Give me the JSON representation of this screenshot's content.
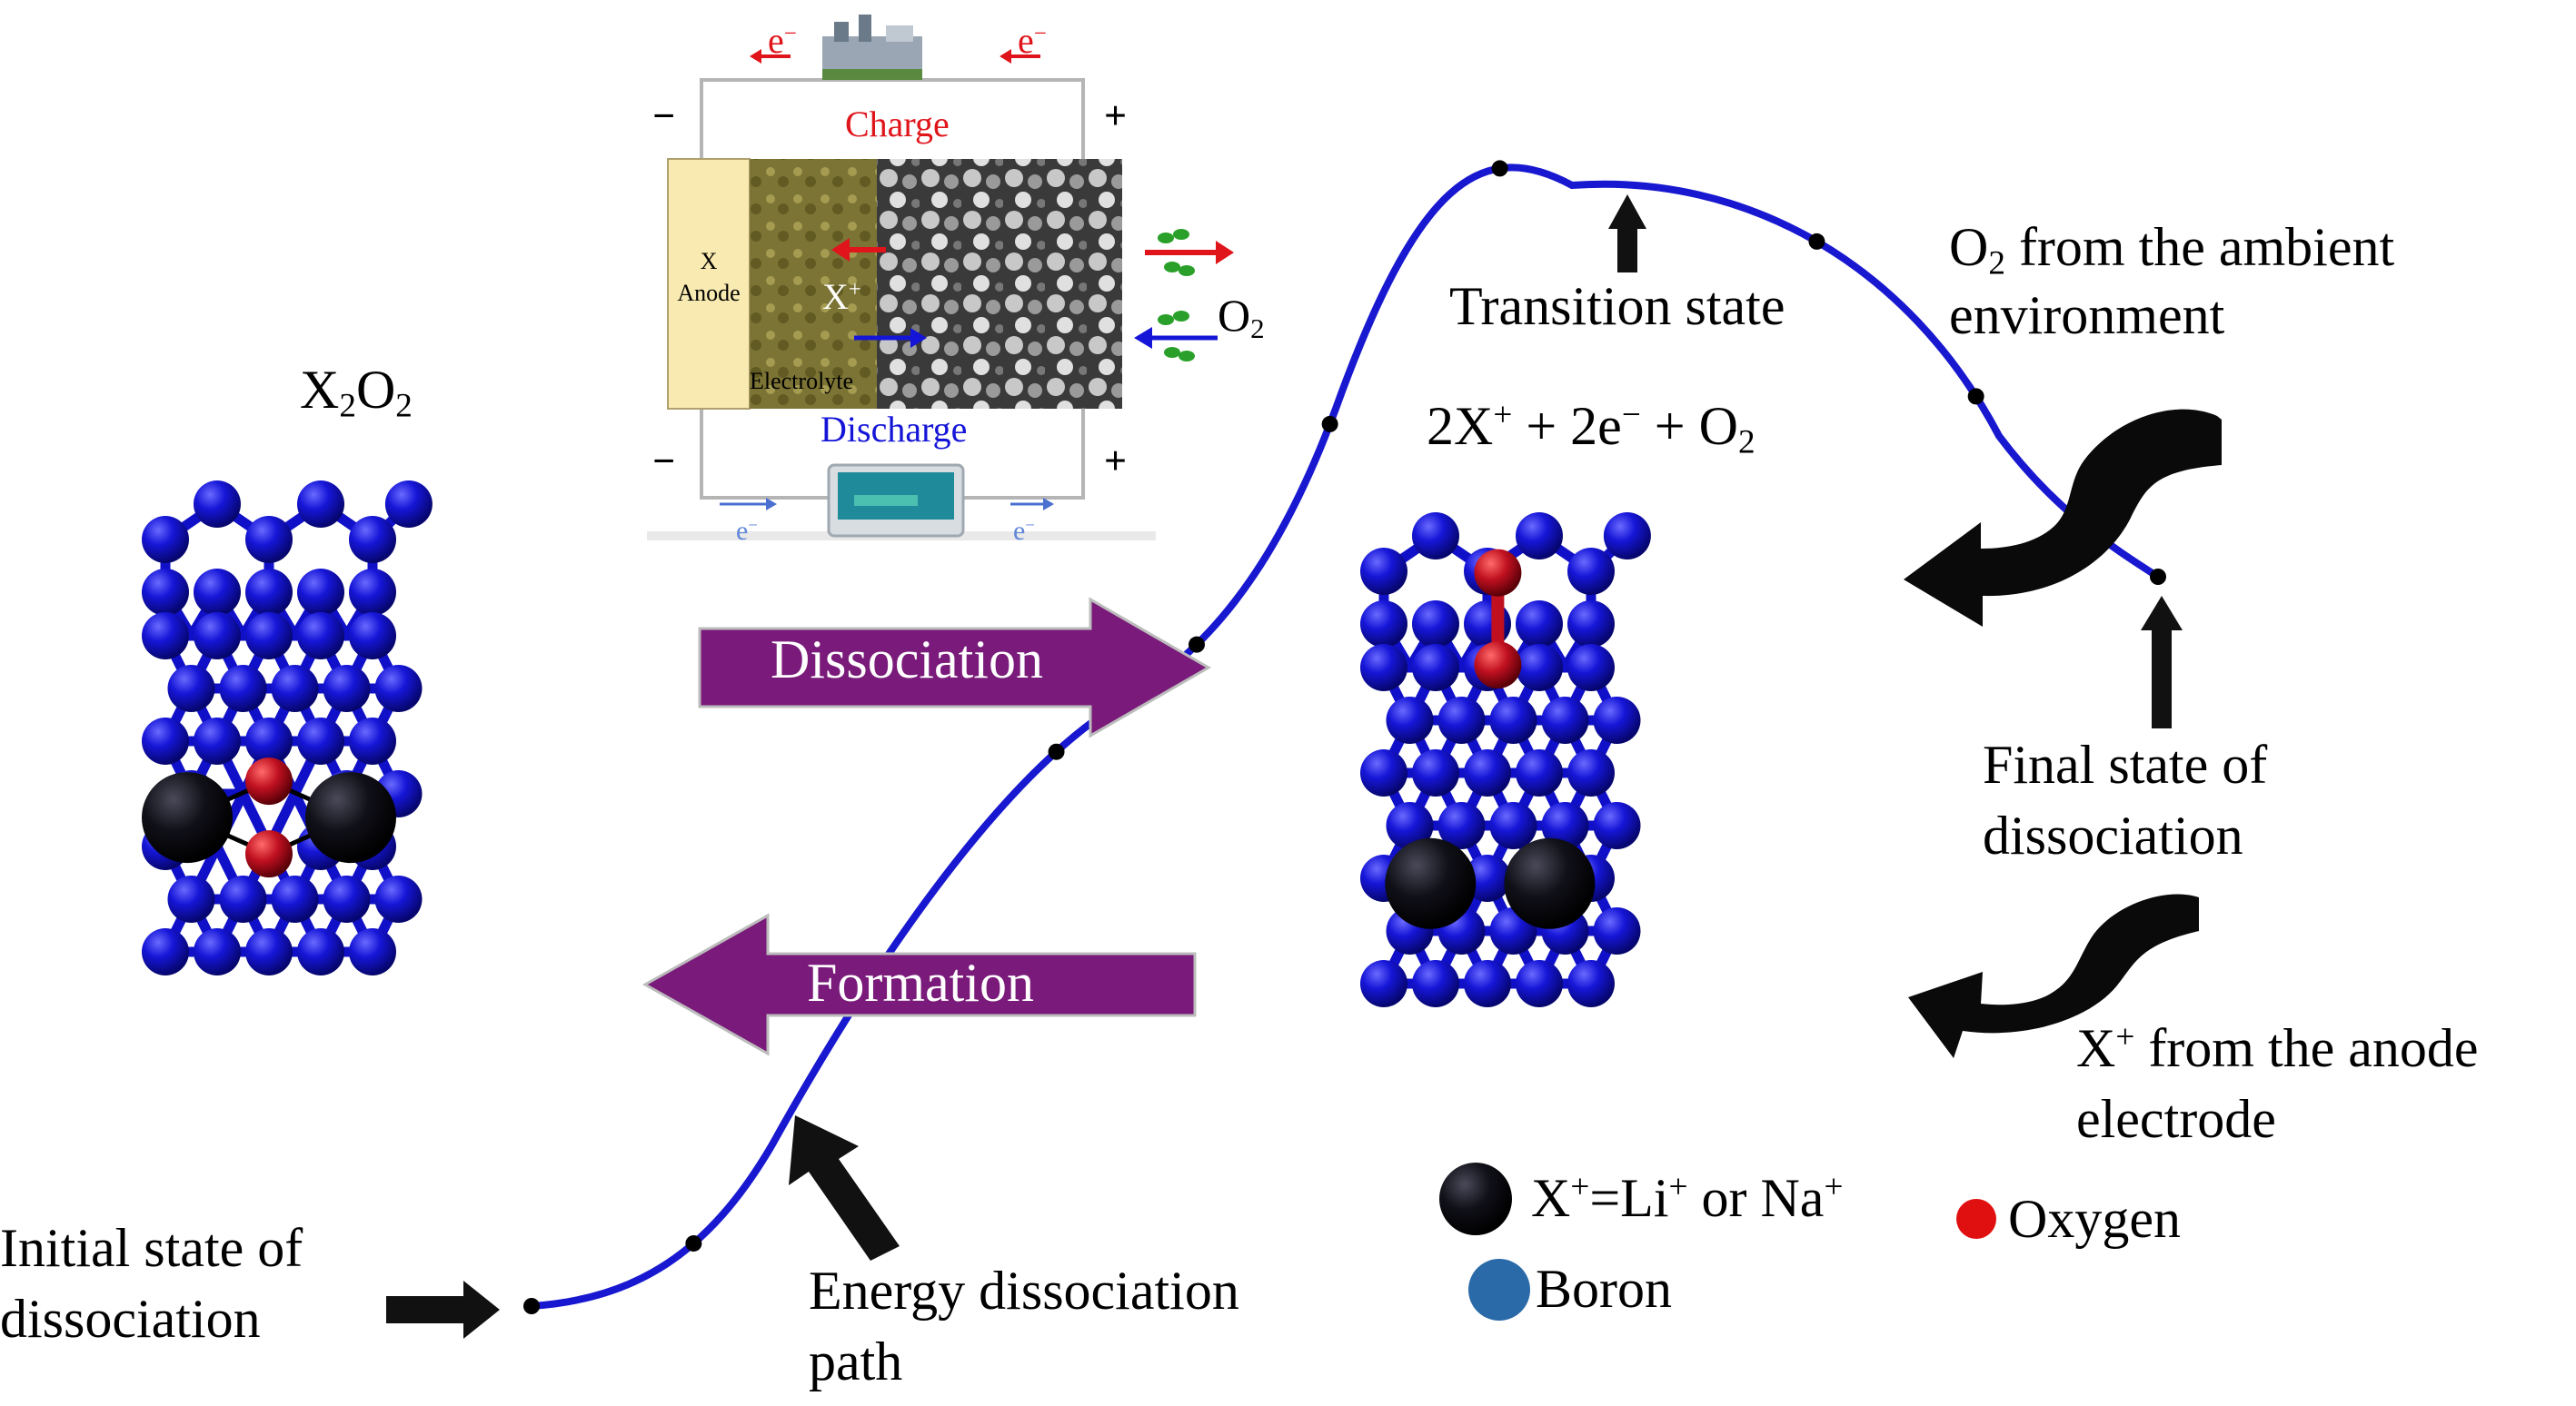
{
  "colors": {
    "boron": "#1212c8",
    "oxygen": "#b01020",
    "x_ion": "#0d0d14",
    "path": "#1818d0",
    "arrow_fill": "#7a1a7a",
    "legend_boron": "#2a6aa8",
    "legend_oxygen": "#e01010",
    "anode_fill": "#f8eab0",
    "electrolyte_fill": "#8a8238"
  },
  "battery": {
    "charge_label": "Charge",
    "discharge_label": "Discharge",
    "electron_label": "e",
    "electron_sup": "−",
    "minus_sign": "−",
    "plus_sign": "+",
    "anode_label_line1": "X",
    "anode_label_line2": "Anode",
    "ion_label": "X",
    "ion_sup": "+",
    "electrolyte_label": "Electrolyte",
    "o2_label": "O",
    "o2_sub": "2"
  },
  "left_structure": {
    "formula": "X",
    "formula_sub1": "2",
    "formula_mid": "O",
    "formula_sub2": "2"
  },
  "right_structure": {
    "formula_part1": "2X",
    "formula_sup1": "+",
    "formula_part2": " + 2e",
    "formula_sup2": "−",
    "formula_part3": " + O",
    "formula_sub": "2"
  },
  "arrows": {
    "dissociation": "Dissociation",
    "formation": "Formation"
  },
  "labels": {
    "transition_state": "Transition state",
    "o2_ambient_line1_a": "O",
    "o2_ambient_line1_sub": "2",
    "o2_ambient_line1_b": " from the ambient",
    "o2_ambient_line2": "environment",
    "final_state_line1": "Final state of",
    "final_state_line2": "dissociation",
    "x_anode_line1_a": "X",
    "x_anode_line1_sup": "+",
    "x_anode_line1_b": " from the anode",
    "x_anode_line2": "electrode",
    "initial_state_line1": "Initial state of",
    "initial_state_line2": "dissociation",
    "energy_path_line1": "Energy dissociation",
    "energy_path_line2": "path"
  },
  "legend": {
    "x_ion_a": "X",
    "x_ion_sup1": "+",
    "x_ion_b": "=Li",
    "x_ion_sup2": "+",
    "x_ion_c": " or Na",
    "x_ion_sup3": "+",
    "boron": "Boron",
    "oxygen": "Oxygen"
  }
}
